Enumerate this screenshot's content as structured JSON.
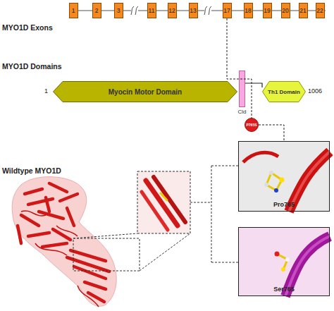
{
  "diagram": {
    "nodes": [
      {
        "text": [
          "1"
        ]
      },
      {
        "text": [
          "2"
        ]
      },
      {
        "text": [
          "3"
        ]
      },
      {
        "text": [
          "11"
        ]
      },
      {
        "text": [
          "12"
        ]
      },
      {
        "text": [
          "13"
        ]
      },
      {
        "text": [
          "17"
        ]
      },
      {
        "text": [
          "18"
        ]
      },
      {
        "text": [
          "19"
        ]
      },
      {
        "text": [
          "20"
        ]
      },
      {
        "text": [
          "21"
        ]
      },
      {
        "text": [
          "22"
        ]
      },
      {
        "text": [
          "Myocin Motor Domain"
        ]
      },
      {
        "text": [
          "Cld"
        ]
      },
      {
        "text": [
          "Th1 Domain"
        ]
      },
      {
        "text": [
          "P765S"
        ]
      },
      {
        "text": [
          "Pro765"
        ]
      },
      {
        "text": [
          "Ser765"
        ]
      }
    ],
    "edges": [
      {
        "from": 6,
        "to": 15,
        "arrow": "none"
      },
      {
        "from": 15,
        "to": 16,
        "arrow": "none"
      }
    ],
    "labels": [
      "MYO1D Exons",
      "MYO1D Domains",
      "1",
      "1006",
      "Wildtype MYO1D"
    ]
  }
}
